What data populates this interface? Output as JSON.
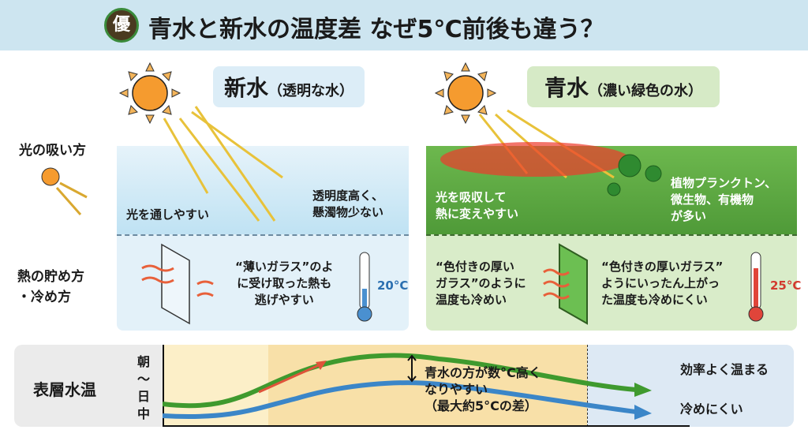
{
  "header": {
    "title": "青水と新水の温度差 なぜ5℃前後も違う？",
    "logo_text": "優"
  },
  "columns": {
    "new_water": {
      "name": "新水",
      "note": "（透明な水）"
    },
    "green_water": {
      "name": "青水",
      "note": "（濃い緑色の水）"
    }
  },
  "rows": {
    "light": "光の吸い方",
    "heat_line1": "熱の貯め方",
    "heat_line2": "・冷め方"
  },
  "light_row": {
    "new_left": "光を通しやすい",
    "new_right": [
      "透明度高く、",
      "懸濁物少ない"
    ],
    "green_left": [
      "光を吸収して",
      "熱に変えやすい"
    ],
    "green_right": [
      "植物プランクトン、",
      "微生物、有機物",
      "が多い"
    ]
  },
  "heat_row": {
    "new_text": [
      "“薄いガラス”のよ",
      "に受け取った熱も",
      "逃げやすい"
    ],
    "new_temp": "20°C",
    "green_left": [
      "“色付きの厚い",
      "ガラス”のように",
      "温度も冷めい"
    ],
    "green_right": [
      "“色付きの厚いガラス”",
      "ようにいったん上がっ",
      "た温度も冷めにくい"
    ],
    "green_temp": "25°C"
  },
  "chart": {
    "label": "表層水温",
    "time_label": [
      "朝",
      "～",
      "日",
      "中"
    ],
    "note": [
      "青水の方が数°C高く",
      "なりやすい",
      "（最大約5°Cの差）"
    ],
    "green_end": "効率よく温まる",
    "blue_end": "冷めにくい",
    "colors": {
      "green": "#3f9a2e",
      "blue": "#3b86c8",
      "arrow": "#e0533a"
    }
  }
}
